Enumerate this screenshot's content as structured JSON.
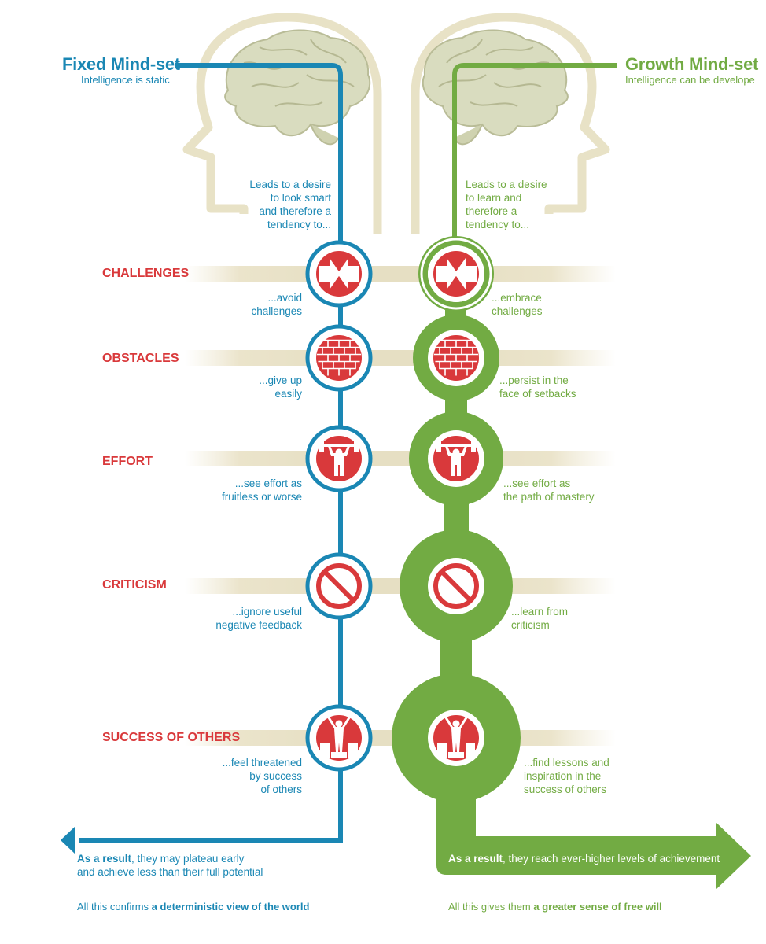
{
  "fixed": {
    "title": "Fixed Mind-set",
    "subtitle": "Intelligence is static",
    "intro": [
      "Leads to a desire",
      "to look smart",
      "and therefore a",
      "tendency to..."
    ],
    "result_bold": "As a result",
    "result_line1": ", they may plateau early",
    "result_line2": "and achieve less than their full potential",
    "summary_plain": "All this confirms ",
    "summary_bold": "a deterministic view of the world",
    "color": "#1a87b4"
  },
  "growth": {
    "title": "Growth Mind-set",
    "subtitle": "Intelligence can be develope",
    "intro": [
      "Leads to a desire",
      "to learn and",
      "therefore a",
      "tendency to..."
    ],
    "result_bold": "As a result",
    "result_rest": ", they reach ever-higher levels of achievement",
    "summary_plain": "All this gives them ",
    "summary_bold": "a greater sense of free will",
    "color": "#72ab43"
  },
  "rows": [
    {
      "label": "CHALLENGES",
      "icon": "arrows-inward-icon",
      "fixed": [
        "...avoid",
        "challenges"
      ],
      "growth": [
        "...embrace",
        "challenges"
      ]
    },
    {
      "label": "OBSTACLES",
      "icon": "brick-wall-icon",
      "fixed": [
        "...give up",
        "easily"
      ],
      "growth": [
        "...persist in the",
        "face of setbacks"
      ]
    },
    {
      "label": "EFFORT",
      "icon": "weightlifter-icon",
      "fixed": [
        "...see effort as",
        "fruitless or worse"
      ],
      "growth": [
        "...see effort as",
        "the path of mastery"
      ]
    },
    {
      "label": "CRITICISM",
      "icon": "no-sign-icon",
      "fixed": [
        "...ignore useful",
        "negative feedback"
      ],
      "growth": [
        "...learn from",
        "criticism"
      ]
    },
    {
      "label": "SUCCESS OF OTHERS",
      "icon": "podium-winner-icon",
      "fixed": [
        "...feel threatened",
        "by success",
        "of others"
      ],
      "growth": [
        "...find lessons and",
        "inspiration in the",
        "success of others"
      ]
    }
  ],
  "colors": {
    "accent_red": "#d9393b",
    "band": "#ece6cf",
    "head_outline": "#e8e2c6"
  }
}
